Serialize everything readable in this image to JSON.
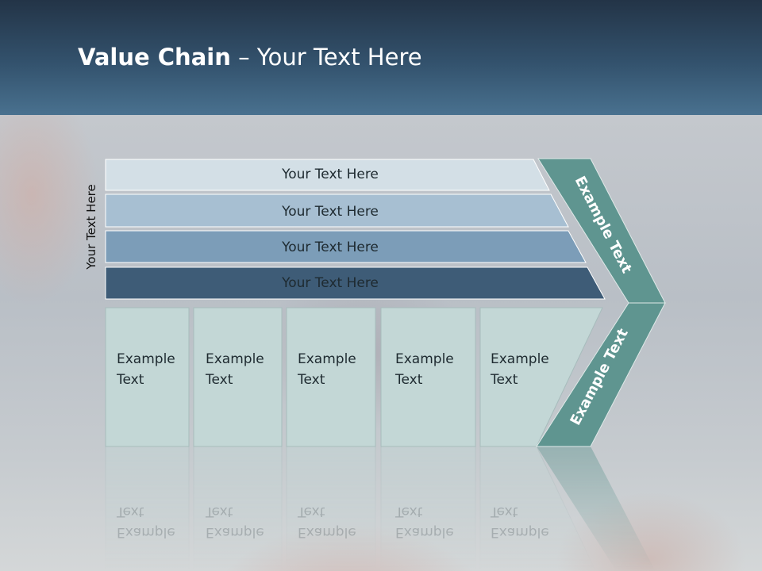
{
  "slide": {
    "title_bold": "Value Chain",
    "title_rest": " – Your Text Here",
    "side_label": "Your Text Here"
  },
  "bars": [
    {
      "label": "Your Text Here",
      "color": "#d3dfe6"
    },
    {
      "label": "Your Text Here",
      "color": "#a7bfd2"
    },
    {
      "label": "Your Text Here",
      "color": "#7c9db8"
    },
    {
      "label": "Your Text Here",
      "color": "#3e5c77"
    }
  ],
  "boxes": [
    {
      "line1": "Example",
      "line2": "Text"
    },
    {
      "line1": "Example",
      "line2": "Text"
    },
    {
      "line1": "Example",
      "line2": "Text"
    },
    {
      "line1": "Example",
      "line2": "Text"
    },
    {
      "line1": "Example",
      "line2": "Text"
    }
  ],
  "arrow": {
    "upper_label": "Example Text",
    "lower_label": "Example Text",
    "color": "#5f9590"
  },
  "colors": {
    "header_top": "#233447",
    "header_bottom": "#49718f",
    "box_fill": "#c3d7d6",
    "title_text": "#ffffff"
  }
}
